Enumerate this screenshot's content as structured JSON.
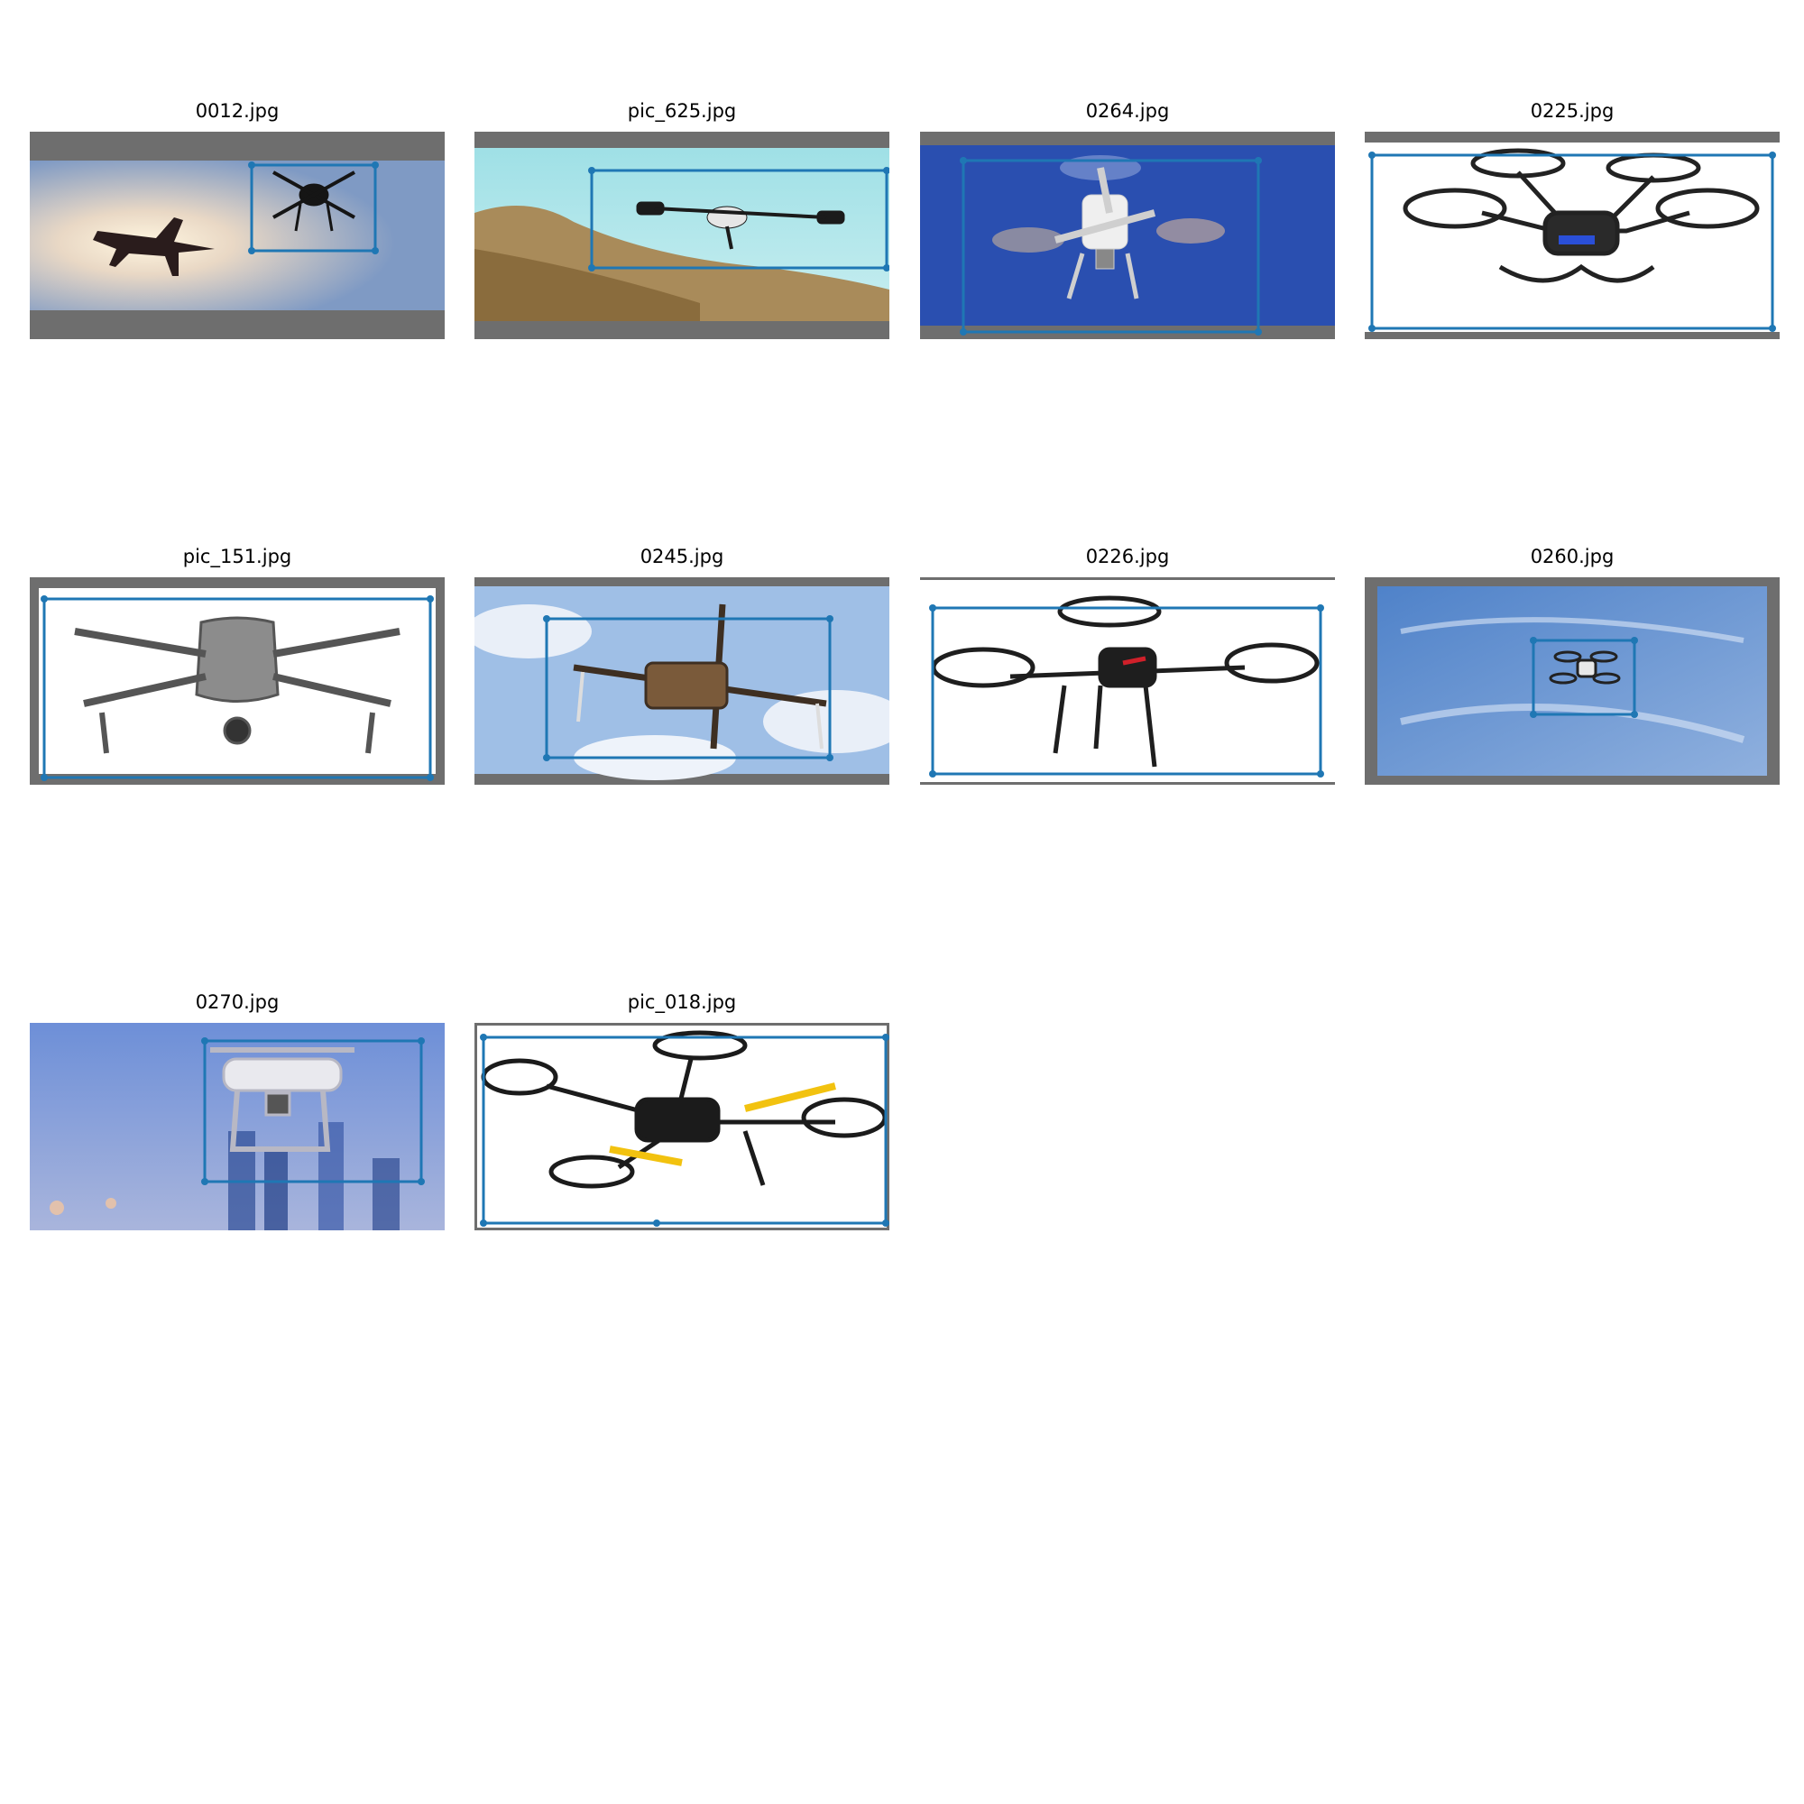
{
  "grid": {
    "items": [
      {
        "filename": "0012.jpg",
        "scene": "airplane-and-quadcopter-in-hazy-sky",
        "box_color": "#1f77b4"
      },
      {
        "filename": "pic_625.jpg",
        "scene": "drone-over-blurred-hillside",
        "box_color": "#1f77b4"
      },
      {
        "filename": "0264.jpg",
        "scene": "white-drone-blue-background",
        "box_color": "#1f77b4"
      },
      {
        "filename": "0225.jpg",
        "scene": "black-quadcopter-white-background",
        "box_color": "#1f77b4"
      },
      {
        "filename": "pic_151.jpg",
        "scene": "grey-folding-drone-white-background",
        "box_color": "#1f77b4"
      },
      {
        "filename": "0245.jpg",
        "scene": "military-drone-cloudy-sky",
        "box_color": "#1f77b4"
      },
      {
        "filename": "0226.jpg",
        "scene": "black-red-drone-white-background",
        "box_color": "#1f77b4"
      },
      {
        "filename": "0260.jpg",
        "scene": "small-drone-in-blue-sky",
        "box_color": "#1f77b4"
      },
      {
        "filename": "0270.jpg",
        "scene": "white-drone-over-city-blur",
        "box_color": "#1f77b4"
      },
      {
        "filename": "pic_018.jpg",
        "scene": "black-yellow-drone-white-background",
        "box_color": "#1f77b4"
      }
    ]
  },
  "colors": {
    "pad_grey": "#6e6e6e",
    "box_blue": "#1f77b4",
    "sky_blue": "#8fa9d6",
    "deep_blue": "#2a4fb0"
  }
}
